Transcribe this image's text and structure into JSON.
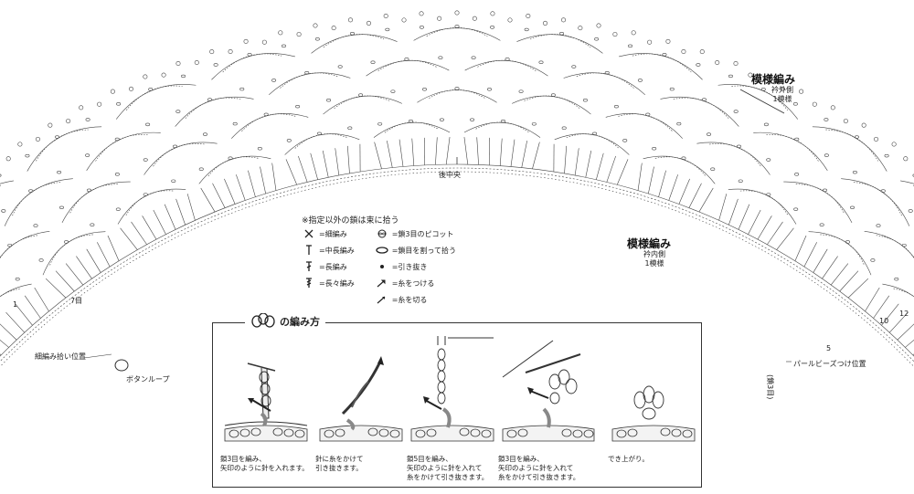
{
  "collar": {
    "pattern_outer": {
      "title": "模様編み",
      "side": "衿外側",
      "repeat": "1模様"
    },
    "pattern_inner": {
      "title": "模様編み",
      "side": "衿内側",
      "repeat": "1模様"
    },
    "center_back": "後中央",
    "row_label": "7目",
    "pickup_label": "細編み拾い位置",
    "button_loop": "ボタンループ",
    "bead_label": "パールビーズつけ位置",
    "chain_label": "(鎖3目)",
    "count_5": "5",
    "count_10": "10",
    "count_12": "12",
    "count_1": "1"
  },
  "legend": {
    "note": "※指定以外の鎖は束に拾う",
    "left": [
      {
        "icon": "sc-symbol-icon",
        "label": "=細編み"
      },
      {
        "icon": "hdc-symbol-icon",
        "label": "=中長編み"
      },
      {
        "icon": "dc-symbol-icon",
        "label": "=長編み"
      },
      {
        "icon": "tr-symbol-icon",
        "label": "=長々編み"
      }
    ],
    "right": [
      {
        "icon": "picot-symbol-icon",
        "label": "=鎖3目のピコット"
      },
      {
        "icon": "split-chain-icon",
        "label": "=鎖目を割って拾う"
      },
      {
        "icon": "slip-stitch-icon",
        "label": "=引き抜き"
      },
      {
        "icon": "join-yarn-icon",
        "label": "=糸をつける"
      },
      {
        "icon": "cut-yarn-icon",
        "label": "=糸を切る"
      }
    ]
  },
  "howto": {
    "title": "の編み方",
    "steps": [
      "鎖3目を編み、\n矢印のように針を入れます。",
      "針に糸をかけて\n引き抜きます。",
      "鎖5目を編み、\n矢印のように針を入れて\n糸をかけて引き抜きます。",
      "鎖3目を編み、\n矢印のように針を入れて\n糸をかけて引き抜きます。",
      "でき上がり。"
    ]
  }
}
